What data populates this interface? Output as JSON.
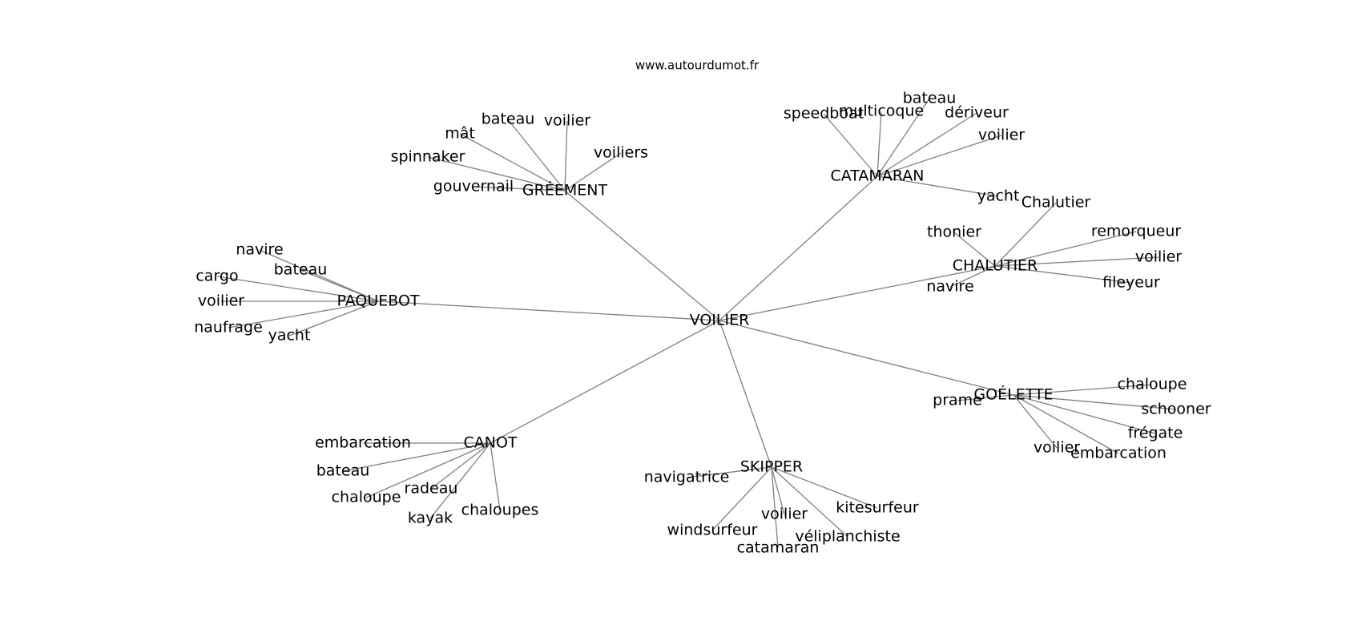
{
  "watermark": "www.autourdumot.fr",
  "graph": {
    "center": "VOILIER",
    "clusters": [
      {
        "hub": "GRÉEMENT",
        "leaves": [
          "bateau",
          "voilier",
          "mât",
          "spinnaker",
          "voiliers",
          "gouvernail"
        ]
      },
      {
        "hub": "CATAMARAN",
        "leaves": [
          "speedboat",
          "multicoque",
          "bateau",
          "dériveur",
          "voilier",
          "yacht"
        ]
      },
      {
        "hub": "CHALUTIER",
        "leaves": [
          "Chalutier",
          "thonier",
          "remorqueur",
          "voilier",
          "fileyeur",
          "navire"
        ]
      },
      {
        "hub": "PAQUEBOT",
        "leaves": [
          "navire",
          "bateau",
          "cargo",
          "voilier",
          "naufrage",
          "yacht"
        ]
      },
      {
        "hub": "GOÉLETTE",
        "leaves": [
          "chaloupe",
          "prame",
          "schooner",
          "frégate",
          "voilier",
          "embarcation"
        ]
      },
      {
        "hub": "CANOT",
        "leaves": [
          "embarcation",
          "bateau",
          "chaloupe",
          "radeau",
          "kayak",
          "chaloupes"
        ]
      },
      {
        "hub": "SKIPPER",
        "leaves": [
          "navigatrice",
          "kitesurfeur",
          "voilier",
          "windsurfeur",
          "véliplanchiste",
          "catamaran"
        ]
      }
    ]
  }
}
